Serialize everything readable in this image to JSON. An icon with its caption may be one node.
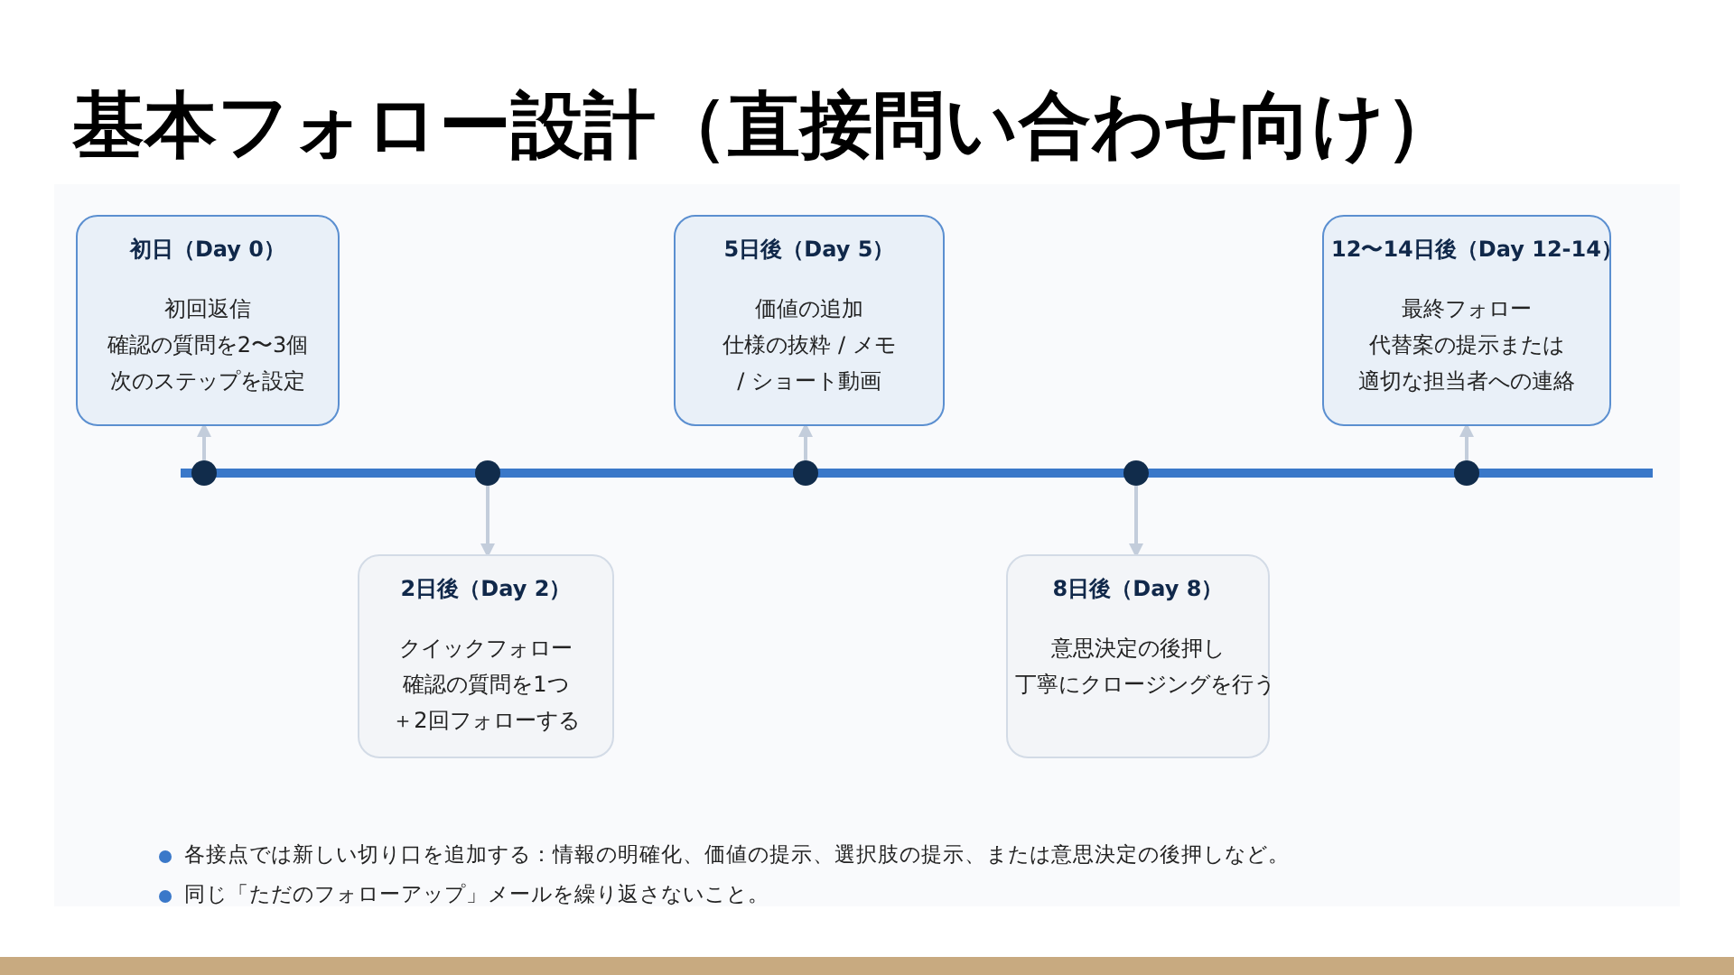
{
  "diagram": {
    "title": "基本フォロー設計（直接問い合わせ向け）",
    "nodes": [
      {
        "text": [
          "初日（Day 0）",
          "初回返信",
          "確認の質問を2〜3個",
          "次のステップを設定"
        ]
      },
      {
        "text": [
          "2日後（Day 2）",
          "クイックフォロー",
          "確認の質問を1つ",
          "＋2回フォローする"
        ]
      },
      {
        "text": [
          "5日後（Day 5）",
          "価値の追加",
          "仕様の抜粋 / メモ",
          "/ ショート動画"
        ]
      },
      {
        "text": [
          "8日後（Day 8）",
          "意思決定の後押し",
          "丁寧にクロージングを行う"
        ]
      },
      {
        "text": [
          "12〜14日後（Day 12-14）",
          "最終フォロー",
          "代替案の提示または",
          "適切な担当者への連絡"
        ]
      },
      {
        "text": [],
        "shape": "circle"
      },
      {
        "text": [],
        "shape": "circle"
      },
      {
        "text": [],
        "shape": "circle"
      },
      {
        "text": [],
        "shape": "circle"
      },
      {
        "text": [],
        "shape": "circle"
      }
    ],
    "edges": [
      {
        "from": 5,
        "to": 0,
        "arrow": "to"
      },
      {
        "from": 6,
        "to": 1,
        "arrow": "to"
      },
      {
        "from": 7,
        "to": 2,
        "arrow": "to"
      },
      {
        "from": 8,
        "to": 3,
        "arrow": "to"
      },
      {
        "from": 9,
        "to": 4,
        "arrow": "to"
      }
    ],
    "labels": [
      "各接点では新しい切り口を追加する：情報の明確化、価値の提示、選択肢の提示、または意思決定の後押しなど。",
      "同じ「ただのフォローアップ」メールを繰り返さないこと。"
    ]
  }
}
